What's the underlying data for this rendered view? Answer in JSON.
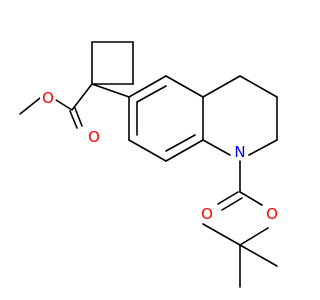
{
  "atoms": {
    "o_ester_single": "O",
    "o_ester_double": "O",
    "nitrogen": "N",
    "o_carbamate_double": "O",
    "o_carbamate_single": "O"
  },
  "colors": {
    "bond": "#000000",
    "oxygen": "#ff0000",
    "nitrogen": "#0000ff",
    "background": "#ffffff"
  }
}
